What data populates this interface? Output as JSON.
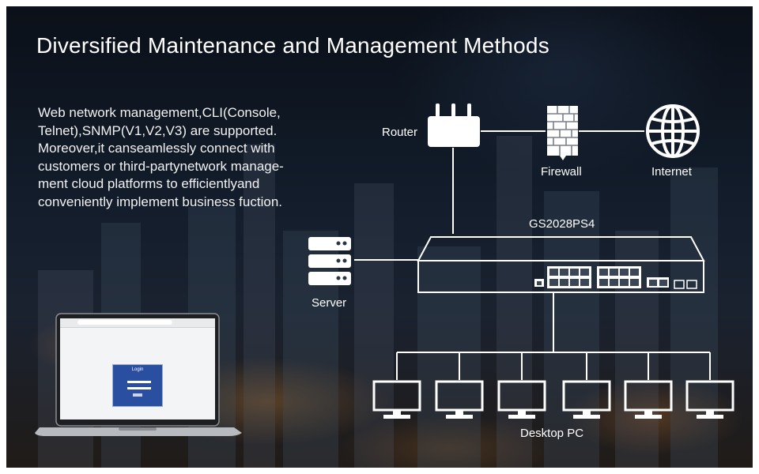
{
  "title": "Diversified Maintenance and Management Methods",
  "description": "Web network management,CLI(Console,\nTelnet),SNMP(V1,V2,V3) are supported.\nMoreover,it canseamlessly connect with\ncustomers or third-partynetwork manage-\nment cloud platforms to efficientlyand\nconveniently implement business fuction.",
  "nodes": {
    "router": "Router",
    "firewall": "Firewall",
    "internet": "Internet",
    "switch": "GS2028PS4",
    "server": "Server",
    "desktop": "Desktop PC"
  },
  "laptop": {
    "login_title": "Login"
  },
  "colors": {
    "line": "#ffffff",
    "background": "#0c1420",
    "login_panel": "#2b4fa0"
  }
}
